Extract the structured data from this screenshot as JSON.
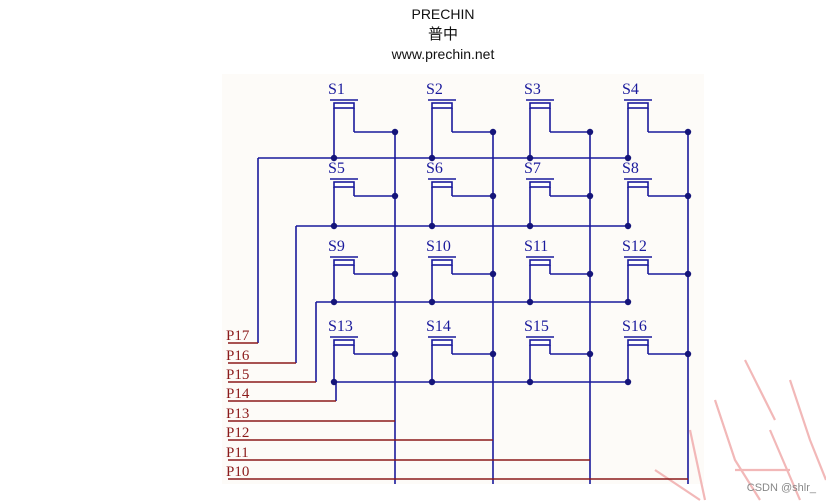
{
  "header": {
    "brand": "PRECHIN",
    "brand_cn": "普中",
    "url": "www.prechin.net"
  },
  "switches": [
    "S1",
    "S2",
    "S3",
    "S4",
    "S5",
    "S6",
    "S7",
    "S8",
    "S9",
    "S10",
    "S11",
    "S12",
    "S13",
    "S14",
    "S15",
    "S16"
  ],
  "pins": [
    "P17",
    "P16",
    "P15",
    "P14",
    "P13",
    "P12",
    "P11",
    "P10"
  ],
  "footer": {
    "credit": "CSDN @shlr_"
  },
  "colors": {
    "wire": "#1a1a9c",
    "pin_label": "#8b1a1a",
    "panel_bg": "#fdfbf8",
    "watermark": "#f2b8b8"
  }
}
